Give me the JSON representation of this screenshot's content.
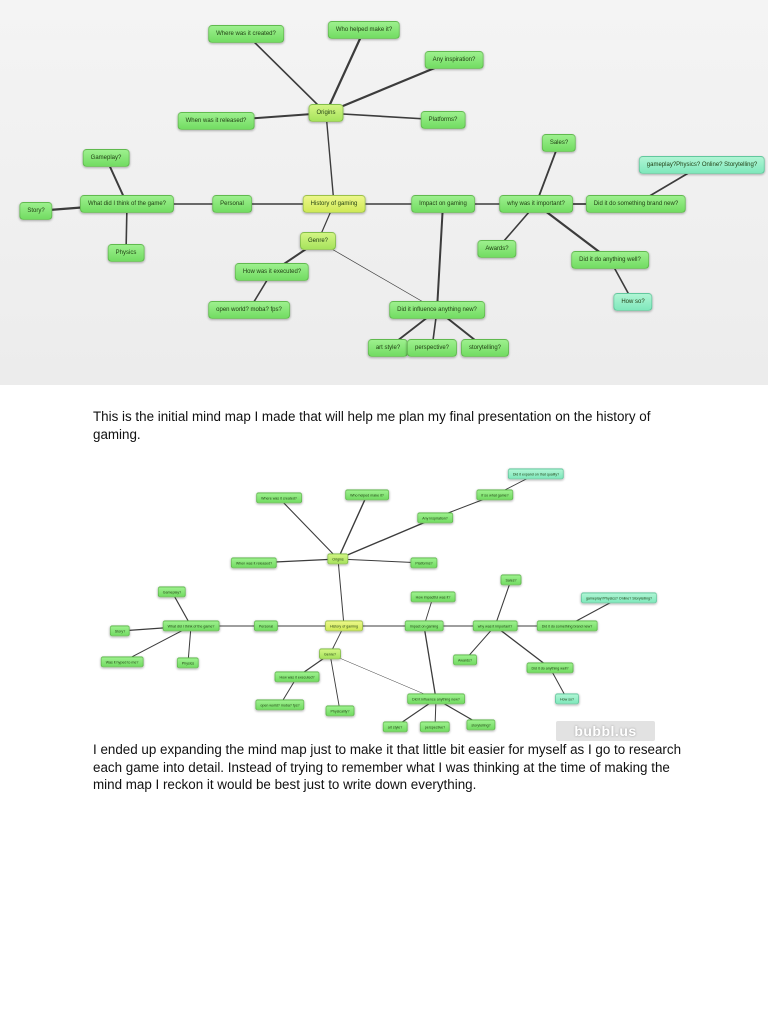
{
  "map1": {
    "nodes": [
      {
        "id": "hist",
        "label": "History of gaming",
        "style": "y"
      },
      {
        "id": "orig",
        "label": "Origins",
        "style": "yg"
      },
      {
        "id": "where",
        "label": "Where was it created?",
        "style": "g"
      },
      {
        "id": "who",
        "label": "Who helped make it?",
        "style": "g"
      },
      {
        "id": "insp",
        "label": "Any inspiration?",
        "style": "g"
      },
      {
        "id": "when",
        "label": "When was it released?",
        "style": "g"
      },
      {
        "id": "plat",
        "label": "Platforms?",
        "style": "g"
      },
      {
        "id": "pers",
        "label": "Personal",
        "style": "g"
      },
      {
        "id": "think",
        "label": "What did I think of the game?",
        "style": "g"
      },
      {
        "id": "gp",
        "label": "Gameplay?",
        "style": "g"
      },
      {
        "id": "story",
        "label": "Story?",
        "style": "g"
      },
      {
        "id": "phys",
        "label": "Physics",
        "style": "g"
      },
      {
        "id": "genre",
        "label": "Genre?",
        "style": "yg"
      },
      {
        "id": "exec",
        "label": "How was it executed?",
        "style": "g"
      },
      {
        "id": "ow",
        "label": "open world? moba? fps?",
        "style": "g"
      },
      {
        "id": "impact",
        "label": "Impact on gaming",
        "style": "g"
      },
      {
        "id": "why",
        "label": "why was it important?",
        "style": "g"
      },
      {
        "id": "sales",
        "label": "Sales?",
        "style": "g"
      },
      {
        "id": "brand",
        "label": "Did it do something brand new?",
        "style": "g"
      },
      {
        "id": "gpo",
        "label": "gameplay?Physics? Online? Storytelling?",
        "style": "t"
      },
      {
        "id": "awards",
        "label": "Awards?",
        "style": "g"
      },
      {
        "id": "well",
        "label": "Did it do anything well?",
        "style": "g"
      },
      {
        "id": "howso",
        "label": "How so?",
        "style": "t"
      },
      {
        "id": "infl",
        "label": "Did it influence anything new?",
        "style": "g"
      },
      {
        "id": "art",
        "label": "art style?",
        "style": "g"
      },
      {
        "id": "persp",
        "label": "perspective?",
        "style": "g"
      },
      {
        "id": "sty",
        "label": "storytelling?",
        "style": "g"
      }
    ]
  },
  "caption1": "This is the initial mind map I made that will help me plan my final presentation on the history of gaming.",
  "map2": {
    "nodes": [
      {
        "id": "hist",
        "label": "History of gaming",
        "style": "y"
      },
      {
        "id": "orig",
        "label": "Origins",
        "style": "yg"
      },
      {
        "id": "where",
        "label": "Where was it created?",
        "style": "g"
      },
      {
        "id": "who",
        "label": "Who helped make it?",
        "style": "g"
      },
      {
        "id": "insp",
        "label": "Any inspiration?",
        "style": "g"
      },
      {
        "id": "simgame",
        "label": "If so what game?",
        "style": "g"
      },
      {
        "id": "expand",
        "label": "Did it expand on that quality?",
        "style": "t"
      },
      {
        "id": "when",
        "label": "When was it released?",
        "style": "g"
      },
      {
        "id": "plat",
        "label": "Platforms?",
        "style": "g"
      },
      {
        "id": "pers",
        "label": "Personal",
        "style": "g"
      },
      {
        "id": "think",
        "label": "What did I think of the game?",
        "style": "g"
      },
      {
        "id": "gp",
        "label": "Gameplay?",
        "style": "g"
      },
      {
        "id": "story",
        "label": "Story?",
        "style": "g"
      },
      {
        "id": "hyped",
        "label": "Was it hyped to me?",
        "style": "g"
      },
      {
        "id": "phys",
        "label": "Physics",
        "style": "g"
      },
      {
        "id": "genre",
        "label": "Genre?",
        "style": "yg"
      },
      {
        "id": "exec",
        "label": "How was it executed?",
        "style": "g"
      },
      {
        "id": "ow",
        "label": "open world? moba? fps?",
        "style": "g"
      },
      {
        "id": "physr",
        "label": "Physicality?",
        "style": "g"
      },
      {
        "id": "impact",
        "label": "Impact on gaming",
        "style": "g"
      },
      {
        "id": "howimp",
        "label": "How impactful was it?",
        "style": "g"
      },
      {
        "id": "why",
        "label": "why was it important?",
        "style": "g"
      },
      {
        "id": "sales",
        "label": "Sales?",
        "style": "g"
      },
      {
        "id": "brand",
        "label": "Did it do something brand new?",
        "style": "g"
      },
      {
        "id": "gpo",
        "label": "gameplay?Physics? Online? Storytelling?",
        "style": "t"
      },
      {
        "id": "awards",
        "label": "Awards?",
        "style": "g"
      },
      {
        "id": "well",
        "label": "Did it do anything well?",
        "style": "g"
      },
      {
        "id": "howso",
        "label": "How so?",
        "style": "t"
      },
      {
        "id": "infl",
        "label": "Did it influence anything new?",
        "style": "g"
      },
      {
        "id": "art",
        "label": "art style?",
        "style": "g"
      },
      {
        "id": "persp",
        "label": "perspective?",
        "style": "g"
      },
      {
        "id": "sty",
        "label": "storytelling?",
        "style": "g"
      }
    ],
    "watermark": "bubbl.us"
  },
  "caption2": "I ended up expanding the mind map just to make it that little bit easier for myself as I go to research each game into detail. Instead of trying to remember what I was thinking at the time of making the mind map I reckon it would be best just to write down everything."
}
